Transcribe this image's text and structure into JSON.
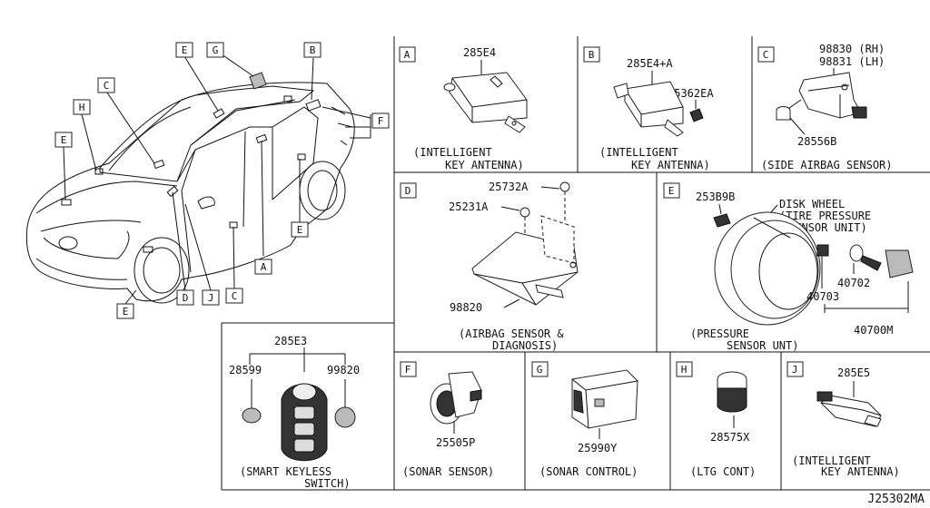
{
  "diagram": {
    "code": "J25302MA",
    "car_callouts": {
      "E_roof": "E",
      "G": "G",
      "B": "B",
      "C": "C",
      "H": "H",
      "E_left": "E",
      "F": "F",
      "E_rear": "E",
      "A": "A",
      "D": "D",
      "J": "J",
      "C_bottom": "C",
      "E_bottom": "E"
    },
    "panels": {
      "A": {
        "letter": "A",
        "part": "285E4",
        "caption1": "(INTELLIGENT",
        "caption2": "KEY ANTENNA)"
      },
      "B": {
        "letter": "B",
        "part": "285E4+A",
        "part2": "25362EA",
        "caption1": "(INTELLIGENT",
        "caption2": "KEY ANTENNA)"
      },
      "C": {
        "letter": "C",
        "part_rh": "98830 (RH)",
        "part_lh": "98831 (LH)",
        "part2": "28556B",
        "caption1": "(SIDE AIRBAG SENSOR)"
      },
      "D": {
        "letter": "D",
        "part_a": "25732A",
        "part_b": "25231A",
        "part_c": "98820",
        "caption1": "(AIRBAG SENSOR &",
        "caption2": "DIAGNOSIS)"
      },
      "E": {
        "letter": "E",
        "part_a": "253B9B",
        "wheel1": "DISK WHEEL",
        "wheel2": "(TIRE PRESSURE",
        "wheel3": "SENSOR UNIT)",
        "part_b": "40702",
        "part_c": "40703",
        "part_d": "40700M",
        "caption1": "(PRESSURE",
        "caption2": "SENSOR UNT)"
      },
      "SK": {
        "part_main": "285E3",
        "part_left": "28599",
        "part_right": "99820",
        "caption1": "(SMART KEYLESS",
        "caption2": "SWITCH)"
      },
      "F": {
        "letter": "F",
        "part": "25505P",
        "caption1": "(SONAR SENSOR)"
      },
      "G": {
        "letter": "G",
        "part": "25990Y",
        "caption1": "(SONAR CONTROL)"
      },
      "H": {
        "letter": "H",
        "part": "28575X",
        "caption1": "(LTG CONT)"
      },
      "J": {
        "letter": "J",
        "part": "285E5",
        "caption1": "(INTELLIGENT",
        "caption2": "KEY ANTENNA)"
      }
    }
  }
}
